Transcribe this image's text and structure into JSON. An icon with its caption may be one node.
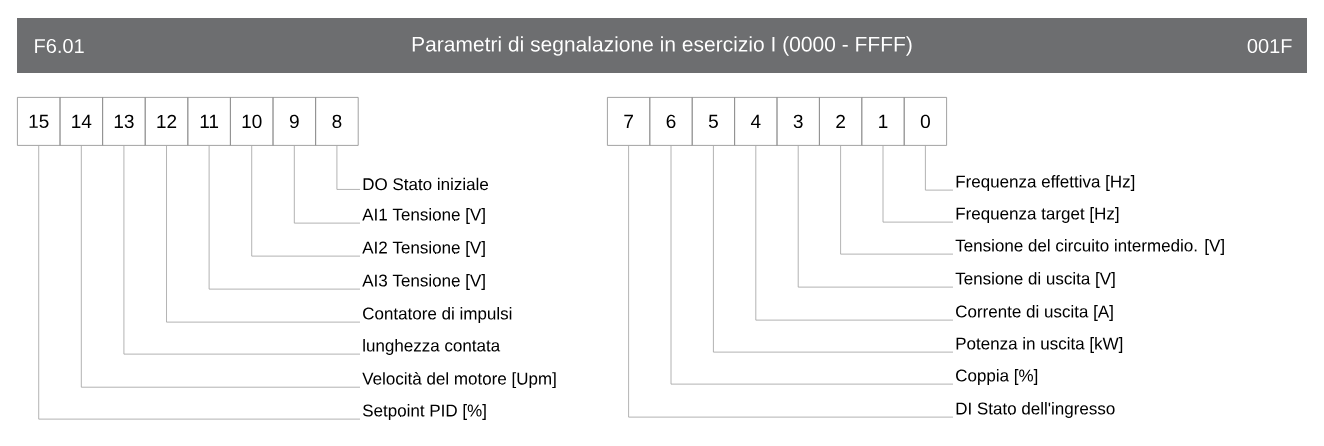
{
  "diagram": {
    "title": "Parametri di segnalazione in esercizio I (0000 - FFFF)",
    "nodes": [
      {
        "text": [
          "15"
        ]
      },
      {
        "text": [
          "14"
        ]
      },
      {
        "text": [
          "13"
        ]
      },
      {
        "text": [
          "12"
        ]
      },
      {
        "text": [
          "11"
        ]
      },
      {
        "text": [
          "10"
        ]
      },
      {
        "text": [
          "9"
        ]
      },
      {
        "text": [
          "8"
        ]
      },
      {
        "text": [
          "7"
        ]
      },
      {
        "text": [
          "6"
        ]
      },
      {
        "text": [
          "5"
        ]
      },
      {
        "text": [
          "4"
        ]
      },
      {
        "text": [
          "3"
        ]
      },
      {
        "text": [
          "2"
        ]
      },
      {
        "text": [
          "1"
        ]
      },
      {
        "text": [
          "0"
        ]
      },
      {
        "text": [
          "DO Stato iniziale"
        ]
      },
      {
        "text": [
          "AI1 Tensione [V]"
        ]
      },
      {
        "text": [
          "AI2 Tensione [V]"
        ]
      },
      {
        "text": [
          "AI3 Tensione [V]"
        ]
      },
      {
        "text": [
          "Contatore di impulsi"
        ]
      },
      {
        "text": [
          "lunghezza contata"
        ]
      },
      {
        "text": [
          "Velocità del motore [Upm]"
        ]
      },
      {
        "text": [
          "Setpoint PID [%]"
        ]
      },
      {
        "text": [
          "Frequenza effettiva [Hz]"
        ]
      },
      {
        "text": [
          "Frequenza target [Hz]"
        ]
      },
      {
        "text": [
          "Tensione del circuito intermedio. [V]"
        ]
      },
      {
        "text": [
          "Tensione di uscita [V]"
        ]
      },
      {
        "text": [
          "Corrente di uscita [A]"
        ]
      },
      {
        "text": [
          "Potenza in uscita [kW]"
        ]
      },
      {
        "text": [
          "Coppia [%]"
        ]
      },
      {
        "text": [
          "DI Stato dell'ingresso"
        ]
      }
    ],
    "edges": [
      {
        "from": 16,
        "to": 7,
        "arrow": "none"
      },
      {
        "from": 17,
        "to": 6,
        "arrow": "none"
      },
      {
        "from": 18,
        "to": 5,
        "arrow": "none"
      },
      {
        "from": 19,
        "to": 4,
        "arrow": "none"
      },
      {
        "from": 20,
        "to": 3,
        "arrow": "none"
      },
      {
        "from": 21,
        "to": 2,
        "arrow": "none"
      },
      {
        "from": 22,
        "to": 1,
        "arrow": "none"
      },
      {
        "from": 23,
        "to": 0,
        "arrow": "none"
      },
      {
        "from": 24,
        "to": 15,
        "arrow": "none"
      },
      {
        "from": 25,
        "to": 14,
        "arrow": "none"
      },
      {
        "from": 26,
        "to": 13,
        "arrow": "none"
      },
      {
        "from": 27,
        "to": 12,
        "arrow": "none"
      },
      {
        "from": 28,
        "to": 11,
        "arrow": "none"
      },
      {
        "from": 29,
        "to": 10,
        "arrow": "none"
      },
      {
        "from": 30,
        "to": 9,
        "arrow": "none"
      },
      {
        "from": 31,
        "to": 8,
        "arrow": "none"
      }
    ],
    "labels": [
      "F6.01",
      "001F"
    ]
  }
}
